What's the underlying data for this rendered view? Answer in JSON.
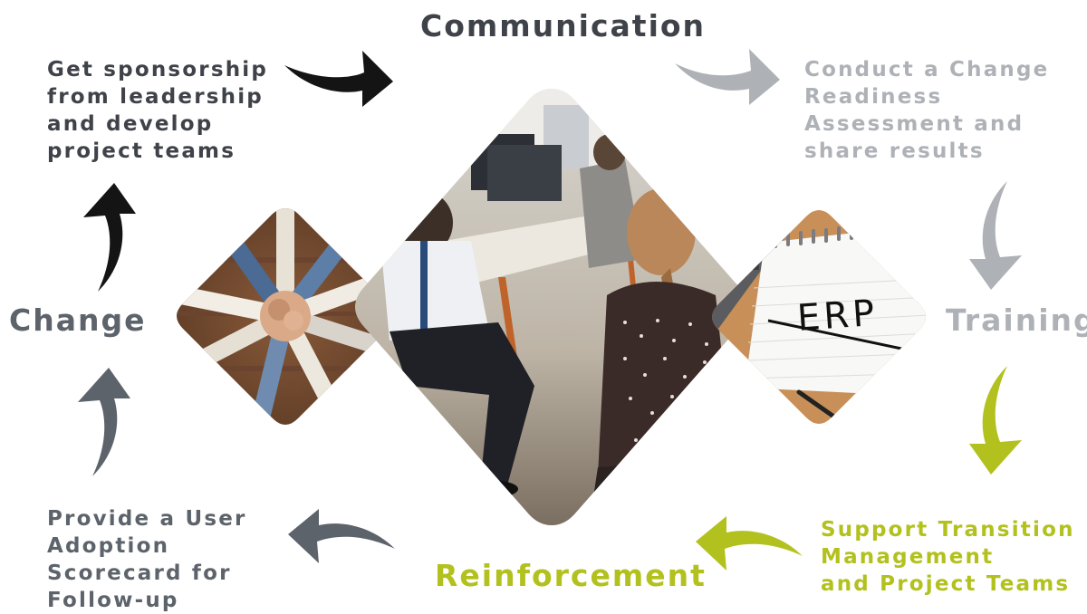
{
  "colors": {
    "black": "#141414",
    "dark_gray": "#3f4349",
    "slate": "#5d636b",
    "light_gray": "#aeb2b7",
    "lime": "#b2c11d"
  },
  "stages": {
    "communication": "Communication",
    "training": "Training",
    "reinforcement": "Reinforcement",
    "change": "Change"
  },
  "steps": {
    "sponsorship": "Get sponsorship\nfrom leadership\nand develop\nproject teams",
    "readiness": "Conduct a Change\nReadiness\nAssessment and\nshare results",
    "support": "Support Transition\nManagement\nand Project Teams",
    "scorecard": "Provide a User\nAdoption\nScorecard for\nFollow-up"
  },
  "photos": {
    "left": "team-hands-photo",
    "center": "office-meeting-photo",
    "right": "erp-notepad-photo",
    "notepad_text": "ERP"
  },
  "icons": {
    "arrow_communication_in": "curved-arrow-right-icon",
    "arrow_communication_out": "curved-arrow-right-icon",
    "arrow_to_training": "curved-arrow-down-icon",
    "arrow_training_out": "curved-arrow-down-icon",
    "arrow_reinforcement_in": "curved-arrow-left-icon",
    "arrow_reinforcement_out": "curved-arrow-left-icon",
    "arrow_change_in": "curved-arrow-up-icon",
    "arrow_change_out": "curved-arrow-up-icon"
  }
}
